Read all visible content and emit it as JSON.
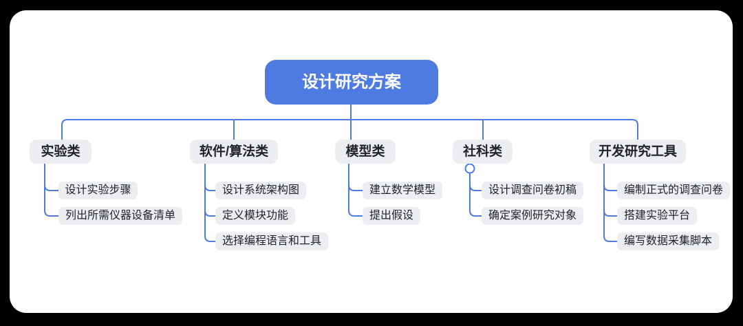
{
  "colors": {
    "accent": "#4d7be2",
    "node_bg": "#eceef1",
    "node_text": "#20242a",
    "root_text": "#ffffff",
    "card_bg": "#ffffff",
    "page_bg": "#000000"
  },
  "icons": {
    "collapse_handle": "open-circle"
  },
  "mindmap": {
    "root": {
      "label": "设计研究方案"
    },
    "branches": [
      {
        "label": "实验类",
        "children": [
          {
            "label": "设计实验步骤"
          },
          {
            "label": "列出所需仪器设备清单"
          }
        ]
      },
      {
        "label": "软件/算法类",
        "children": [
          {
            "label": "设计系统架构图"
          },
          {
            "label": "定义模块功能"
          },
          {
            "label": "选择编程语言和工具"
          }
        ]
      },
      {
        "label": "模型类",
        "children": [
          {
            "label": "建立数学模型"
          },
          {
            "label": "提出假设"
          }
        ]
      },
      {
        "label": "社科类",
        "has_collapse_handle": true,
        "children": [
          {
            "label": "设计调查问卷初稿"
          },
          {
            "label": "确定案例研究对象"
          }
        ]
      },
      {
        "label": "开发研究工具",
        "children": [
          {
            "label": "编制正式的调查问卷"
          },
          {
            "label": "搭建实验平台"
          },
          {
            "label": "编写数据采集脚本"
          }
        ]
      }
    ]
  }
}
